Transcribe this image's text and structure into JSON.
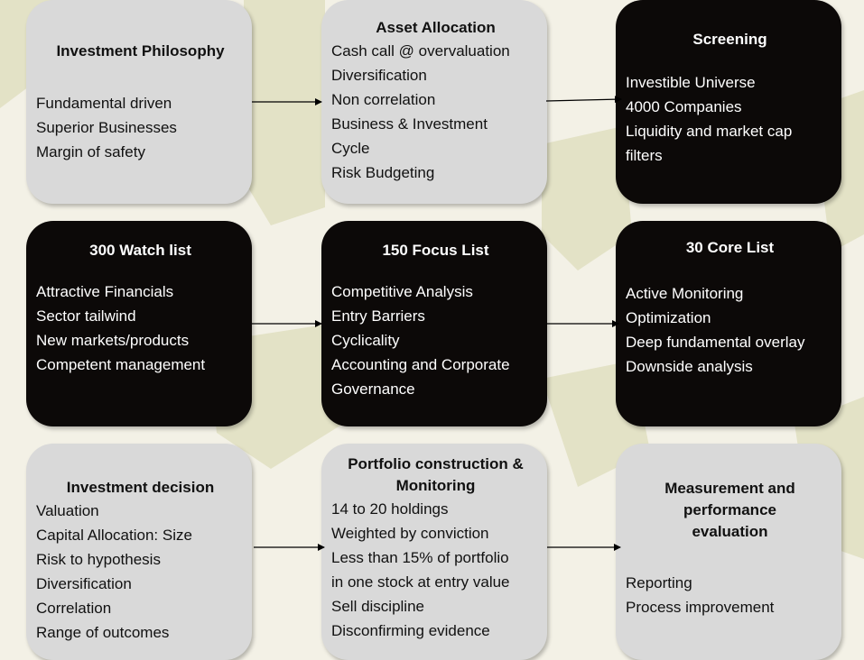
{
  "colors": {
    "background": "#f3f1e6",
    "watermark": "#e3e2c6",
    "light_box": "#d9d9d9",
    "dark_box": "#0c0908",
    "arrow": "#000000"
  },
  "boxes": [
    {
      "title": "Investment Philosophy",
      "lines": [
        "Fundamental driven",
        "Superior Businesses",
        "Margin of safety"
      ]
    },
    {
      "title": "Asset Allocation",
      "lines": [
        "Cash call @ overvaluation",
        "Diversification",
        "Non correlation",
        "Business & Investment",
        "Cycle",
        "Risk Budgeting"
      ]
    },
    {
      "title": "Screening",
      "lines": [
        "Investible Universe",
        "4000 Companies",
        "Liquidity and market cap",
        "filters"
      ]
    },
    {
      "title": "300 Watch list",
      "lines": [
        "Attractive Financials",
        "Sector tailwind",
        "New markets/products",
        "Competent management"
      ]
    },
    {
      "title": "150 Focus List",
      "lines": [
        "Competitive Analysis",
        "Entry Barriers",
        "Cyclicality",
        "Accounting and Corporate",
        "Governance"
      ]
    },
    {
      "title": "30 Core List",
      "lines": [
        "Active Monitoring",
        "Optimization",
        "Deep fundamental overlay",
        "Downside analysis"
      ]
    },
    {
      "title": "Investment decision",
      "lines": [
        "Valuation",
        "Capital Allocation: Size",
        "Risk to hypothesis",
        "Diversification",
        "Correlation",
        "Range of outcomes"
      ]
    },
    {
      "title": "Portfolio construction & Monitoring",
      "lines": [
        "14 to 20 holdings",
        "Weighted by conviction",
        "Less than 15% of portfolio",
        "in one stock at entry value",
        "Sell discipline",
        "Disconfirming evidence"
      ]
    },
    {
      "title": "Measurement and performance evaluation",
      "lines": [
        "Reporting",
        "Process improvement"
      ]
    }
  ]
}
